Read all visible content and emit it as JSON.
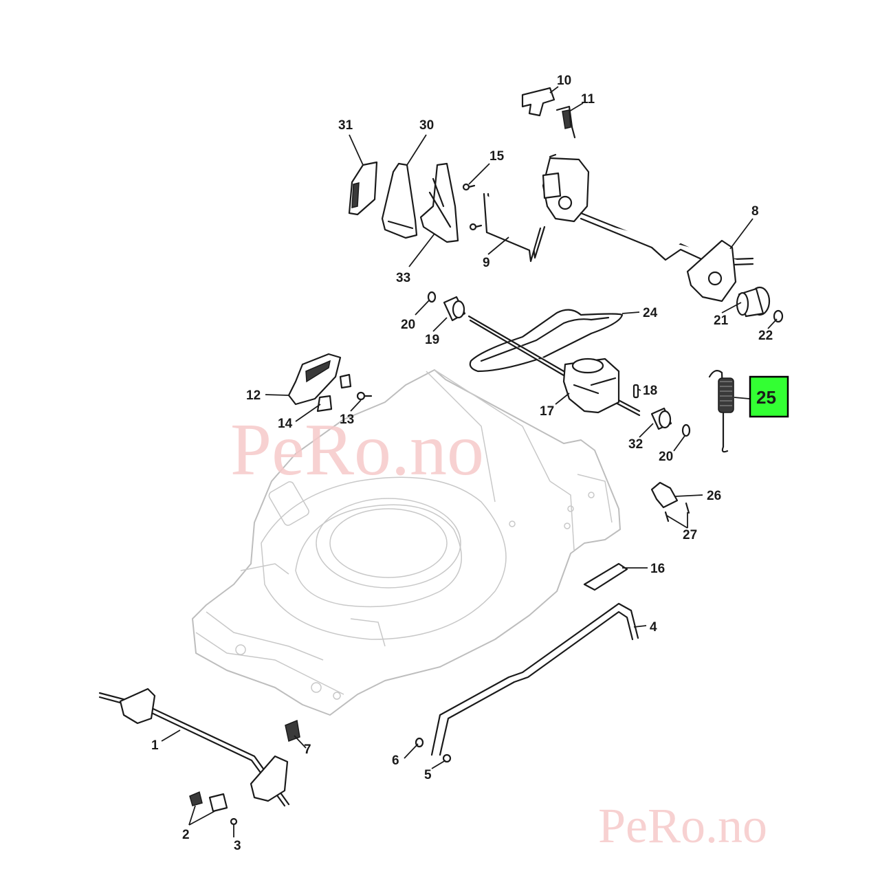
{
  "watermark": {
    "center_text": "PeRo.no",
    "corner_text": "PeRo.no",
    "color": "#f6caca"
  },
  "highlight": {
    "part_number": "25",
    "fill_color": "#33ff33",
    "border_color": "#000000"
  },
  "callouts": [
    {
      "id": "c1",
      "label": "1"
    },
    {
      "id": "c2",
      "label": "2"
    },
    {
      "id": "c3",
      "label": "3"
    },
    {
      "id": "c4",
      "label": "4"
    },
    {
      "id": "c5",
      "label": "5"
    },
    {
      "id": "c6",
      "label": "6"
    },
    {
      "id": "c7",
      "label": "7"
    },
    {
      "id": "c8",
      "label": "8"
    },
    {
      "id": "c9",
      "label": "9"
    },
    {
      "id": "c10",
      "label": "10"
    },
    {
      "id": "c11",
      "label": "11"
    },
    {
      "id": "c12",
      "label": "12"
    },
    {
      "id": "c13",
      "label": "13"
    },
    {
      "id": "c14",
      "label": "14"
    },
    {
      "id": "c15",
      "label": "15"
    },
    {
      "id": "c16",
      "label": "16"
    },
    {
      "id": "c17",
      "label": "17"
    },
    {
      "id": "c18",
      "label": "18"
    },
    {
      "id": "c19",
      "label": "19"
    },
    {
      "id": "c20a",
      "label": "20"
    },
    {
      "id": "c20b",
      "label": "20"
    },
    {
      "id": "c21",
      "label": "21"
    },
    {
      "id": "c22",
      "label": "22"
    },
    {
      "id": "c24",
      "label": "24"
    },
    {
      "id": "c26",
      "label": "26"
    },
    {
      "id": "c27",
      "label": "27"
    },
    {
      "id": "c30",
      "label": "30"
    },
    {
      "id": "c31",
      "label": "31"
    },
    {
      "id": "c32",
      "label": "32"
    },
    {
      "id": "c33",
      "label": "33"
    }
  ]
}
